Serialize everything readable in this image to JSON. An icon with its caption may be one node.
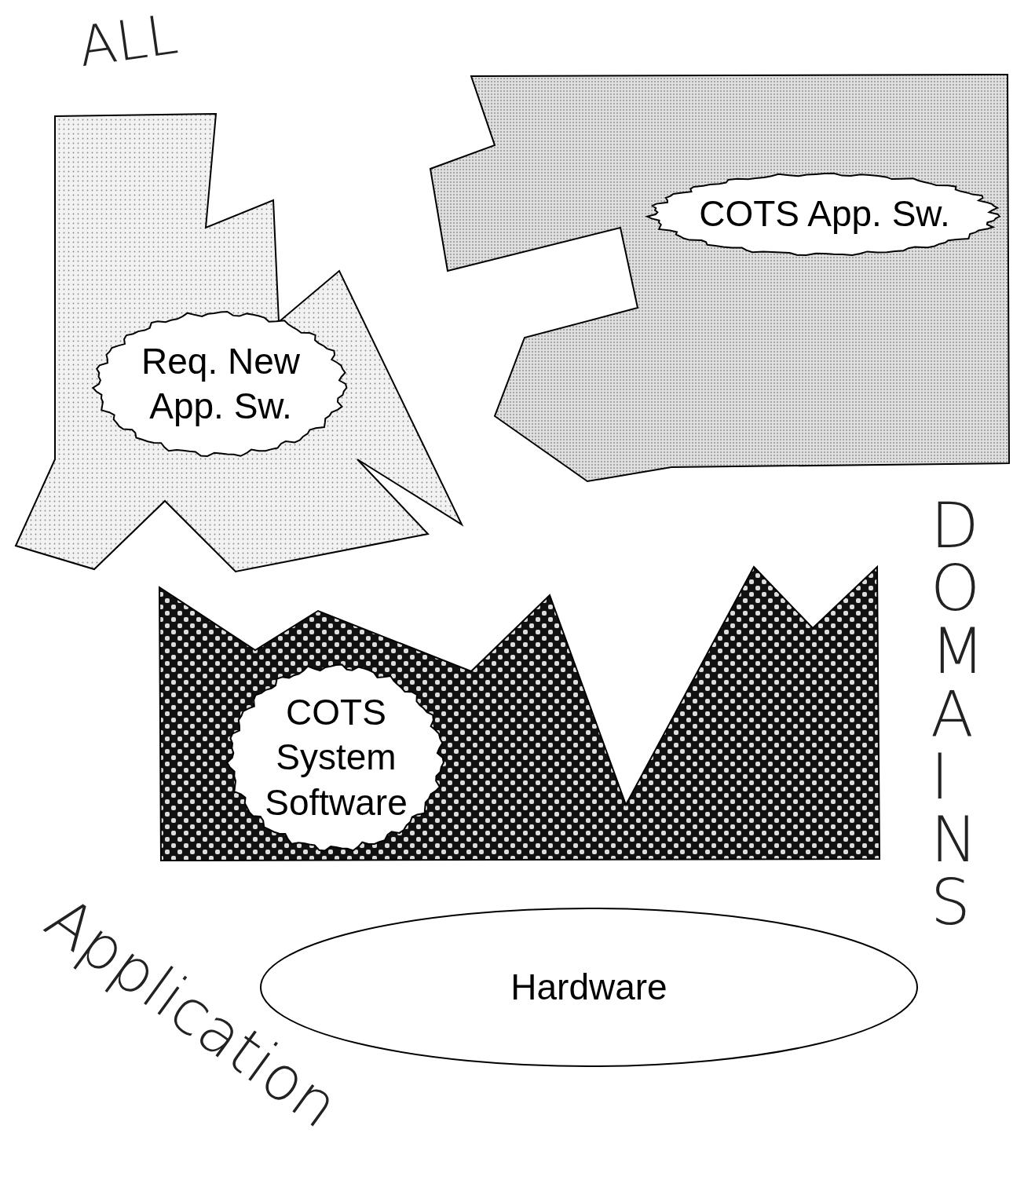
{
  "diagram": {
    "nodes": [
      {
        "text": [],
        "shape": "polygon"
      },
      {
        "text": [
          "Req. New App. Sw."
        ],
        "in": 0
      },
      {
        "text": [],
        "shape": "polygon"
      },
      {
        "text": [
          "COTS App. Sw."
        ],
        "in": 2
      },
      {
        "text": [],
        "shape": "polygon"
      },
      {
        "text": [
          "COTS System Software"
        ],
        "in": 4
      },
      {
        "text": [
          "Hardware"
        ]
      }
    ],
    "edges": [],
    "labels": [
      "ALL",
      "DOMAINS",
      "Application"
    ]
  }
}
